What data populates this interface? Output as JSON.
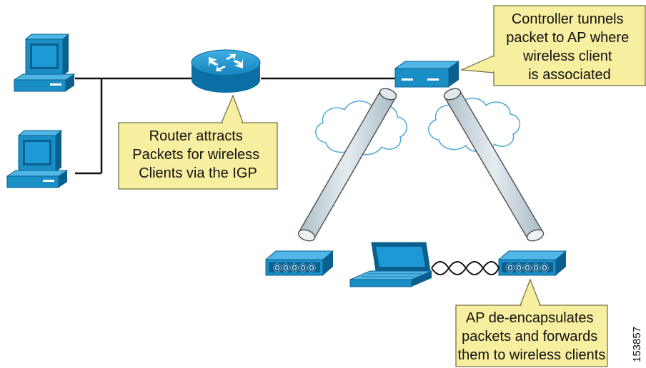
{
  "colors": {
    "device_blue": "#1a8fc6",
    "device_dark": "#0b5f8f",
    "callout_fill": "#f7eea0",
    "callout_stroke": "#6b6b3b",
    "tunnel_fill": "#c9d6dd",
    "cloud_stroke": "#4aa9d6",
    "line": "#111111"
  },
  "callouts": {
    "router": {
      "lines": [
        "Router attracts",
        "Packets for wireless",
        "Clients via the IGP"
      ]
    },
    "controller": {
      "lines": [
        "Controller tunnels",
        "packet to AP where",
        "wireless client",
        "is associated"
      ]
    },
    "ap": {
      "lines": [
        "AP de-encapsulates",
        "packets and forwards",
        "them to wireless clients"
      ]
    }
  },
  "figure_number": "153857",
  "icons": {
    "workstation_top": "workstation-icon",
    "workstation_bottom": "workstation-icon",
    "router": "router-icon",
    "controller": "wireless-lan-controller-icon",
    "ap_left": "access-point-icon",
    "ap_right": "access-point-icon",
    "laptop": "laptop-icon",
    "cloud_left": "cloud-icon",
    "cloud_right": "cloud-icon",
    "tunnel_left": "tunnel-icon",
    "tunnel_right": "tunnel-icon",
    "radio_link": "wireless-signal-icon"
  }
}
